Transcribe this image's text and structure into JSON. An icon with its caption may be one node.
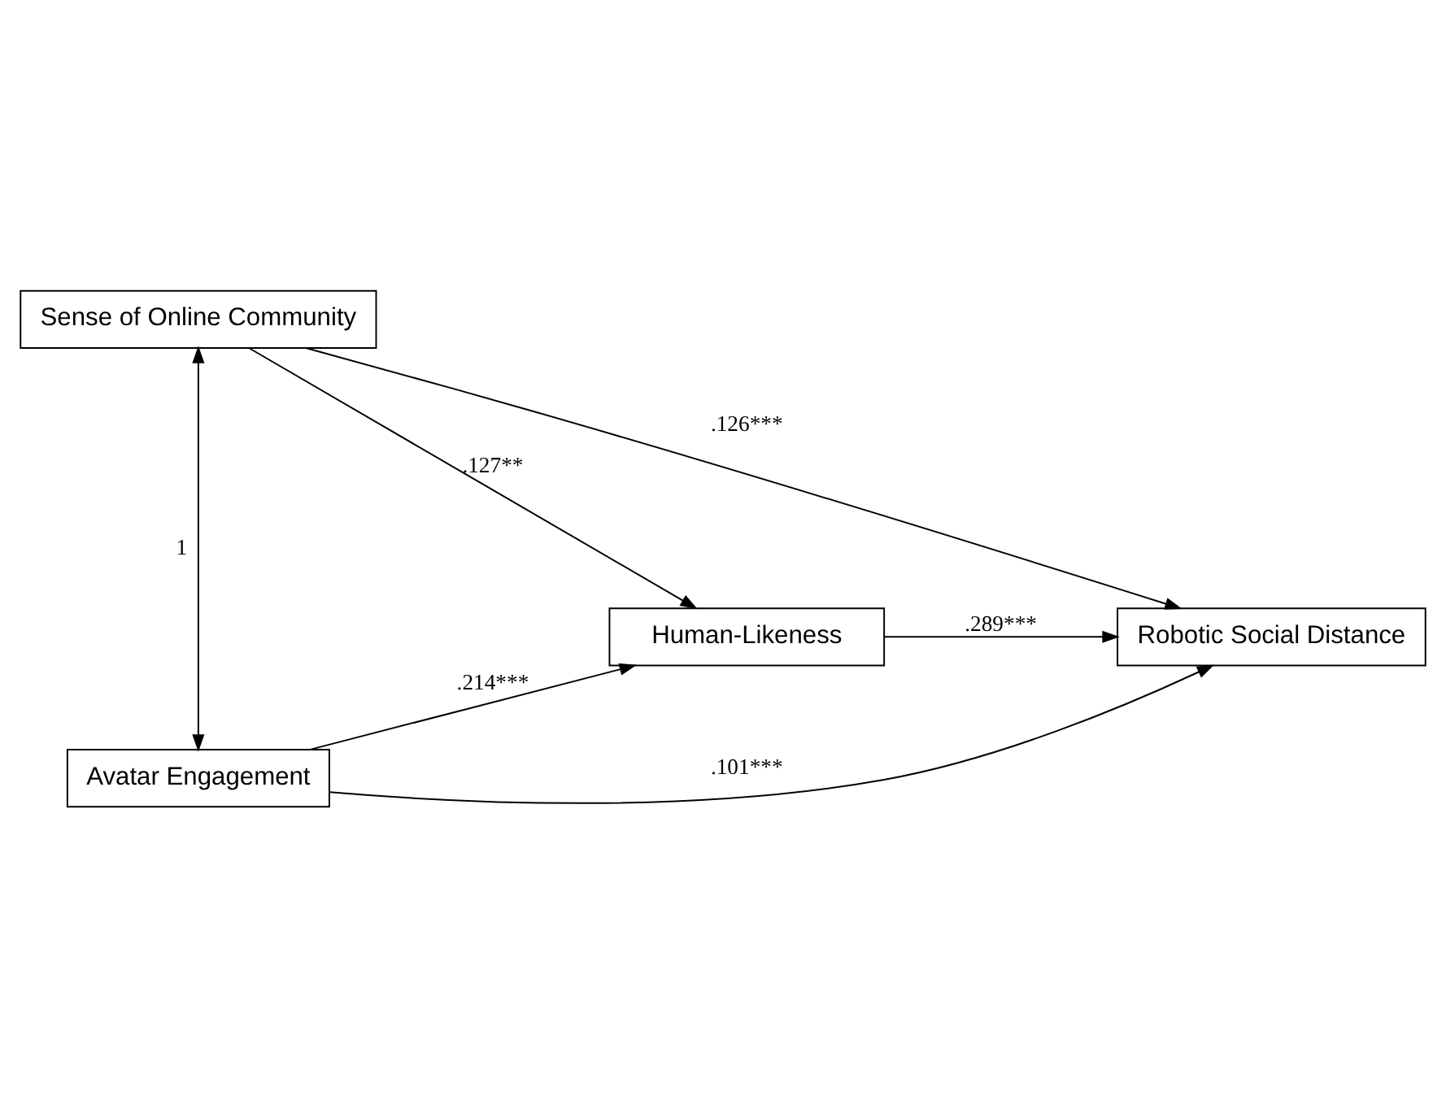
{
  "diagram": {
    "nodes": [
      {
        "text": [
          "Sense of Online Community"
        ]
      },
      {
        "text": [
          "Human-Likeness"
        ]
      },
      {
        "text": [
          "Robotic Social Distance"
        ]
      },
      {
        "text": [
          "Avatar Engagement"
        ]
      }
    ],
    "edges": [
      {
        "from": 0,
        "to": 3,
        "arrow": "both",
        "label": "1"
      },
      {
        "from": 0,
        "to": 2,
        "arrow": "to",
        "label": ".126***"
      },
      {
        "from": 0,
        "to": 1,
        "arrow": "to",
        "label": ".127**"
      },
      {
        "from": 1,
        "to": 2,
        "arrow": "to",
        "label": ".289***"
      },
      {
        "from": 3,
        "to": 1,
        "arrow": "to",
        "label": ".214***"
      },
      {
        "from": 3,
        "to": 2,
        "arrow": "to",
        "label": ".101***"
      }
    ]
  }
}
